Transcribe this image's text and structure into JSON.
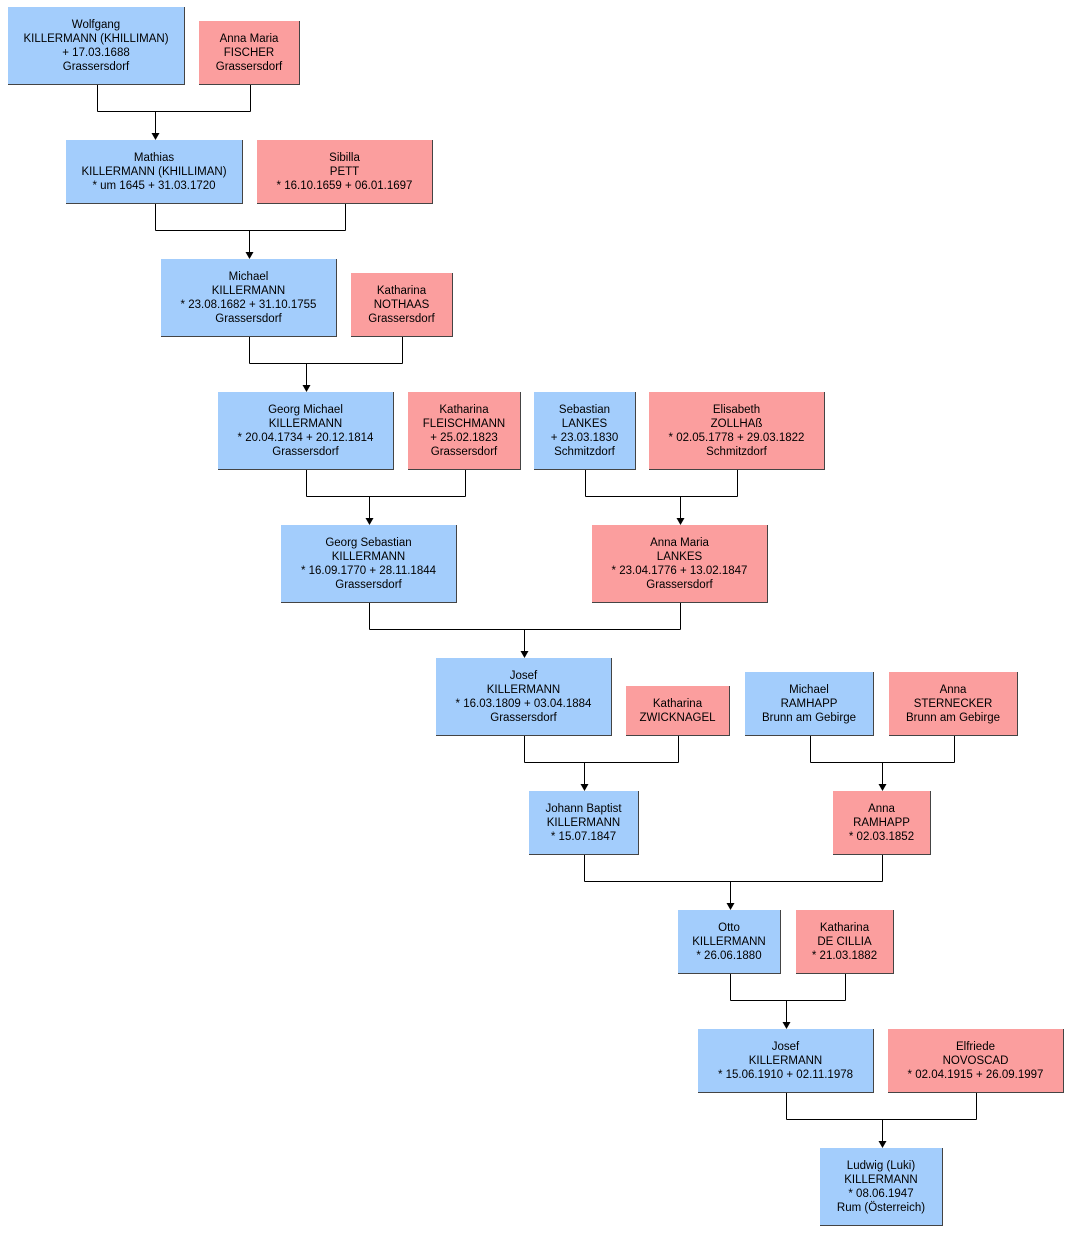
{
  "colors": {
    "male": "#a3cdfc",
    "female": "#fb9e9e",
    "line": "#000000"
  },
  "persons": {
    "wolfgang": {
      "lines": [
        "Wolfgang",
        "KILLERMANN (KHILLIMAN)",
        "+ 17.03.1688",
        "Grassersdorf"
      ],
      "sex": "male"
    },
    "anna_maria_fischer": {
      "lines": [
        "Anna Maria",
        "FISCHER",
        "Grassersdorf"
      ],
      "sex": "female"
    },
    "mathias": {
      "lines": [
        "Mathias",
        "KILLERMANN (KHILLIMAN)",
        "* um 1645  + 31.03.1720"
      ],
      "sex": "male"
    },
    "sibilla": {
      "lines": [
        "Sibilla",
        "PETT",
        "* 16.10.1659  + 06.01.1697"
      ],
      "sex": "female"
    },
    "michael_k": {
      "lines": [
        "Michael",
        "KILLERMANN",
        "* 23.08.1682  + 31.10.1755",
        "Grassersdorf"
      ],
      "sex": "male"
    },
    "katharina_nothaas": {
      "lines": [
        "Katharina",
        "NOTHAAS",
        "Grassersdorf"
      ],
      "sex": "female"
    },
    "georg_michael": {
      "lines": [
        "Georg Michael",
        "KILLERMANN",
        "* 20.04.1734  + 20.12.1814",
        "Grassersdorf"
      ],
      "sex": "male"
    },
    "katharina_fleischmann": {
      "lines": [
        "Katharina",
        "FLEISCHMANN",
        "+ 25.02.1823",
        "Grassersdorf"
      ],
      "sex": "female"
    },
    "sebastian_lankes": {
      "lines": [
        "Sebastian",
        "LANKES",
        "+ 23.03.1830",
        "Schmitzdorf"
      ],
      "sex": "male"
    },
    "elisabeth": {
      "lines": [
        "Elisabeth",
        "ZOLLHAß",
        "* 02.05.1778  + 29.03.1822",
        "Schmitzdorf"
      ],
      "sex": "female"
    },
    "georg_sebastian": {
      "lines": [
        "Georg Sebastian",
        "KILLERMANN",
        "* 16.09.1770  + 28.11.1844",
        "Grassersdorf"
      ],
      "sex": "male"
    },
    "anna_maria_lankes": {
      "lines": [
        "Anna Maria",
        "LANKES",
        "* 23.04.1776  + 13.02.1847",
        "Grassersdorf"
      ],
      "sex": "female"
    },
    "josef_1809": {
      "lines": [
        "Josef",
        "KILLERMANN",
        "* 16.03.1809  + 03.04.1884",
        "Grassersdorf"
      ],
      "sex": "male"
    },
    "katharina_zwicknagel": {
      "lines": [
        "Katharina",
        "ZWICKNAGEL"
      ],
      "sex": "female"
    },
    "michael_ramhapp": {
      "lines": [
        "Michael",
        "RAMHAPP",
        "Brunn am Gebirge"
      ],
      "sex": "male"
    },
    "anna_sternecker": {
      "lines": [
        "Anna",
        "STERNECKER",
        "Brunn am Gebirge"
      ],
      "sex": "female"
    },
    "johann_baptist": {
      "lines": [
        "Johann Baptist",
        "KILLERMANN",
        "* 15.07.1847"
      ],
      "sex": "male"
    },
    "anna_ramhapp": {
      "lines": [
        "Anna",
        "RAMHAPP",
        "* 02.03.1852"
      ],
      "sex": "female"
    },
    "otto": {
      "lines": [
        "Otto",
        "KILLERMANN",
        "* 26.06.1880"
      ],
      "sex": "male"
    },
    "katharina_de_cillia": {
      "lines": [
        "Katharina",
        "DE CILLIA",
        "* 21.03.1882"
      ],
      "sex": "female"
    },
    "josef_1910": {
      "lines": [
        "Josef",
        "KILLERMANN",
        "* 15.06.1910  + 02.11.1978"
      ],
      "sex": "male"
    },
    "elfriede": {
      "lines": [
        "Elfriede",
        "NOVOSCAD",
        "* 02.04.1915  + 26.09.1997"
      ],
      "sex": "female"
    },
    "ludwig": {
      "lines": [
        "Ludwig (Luki)",
        "KILLERMANN",
        "* 08.06.1947",
        "Rum (Österreich)"
      ],
      "sex": "male"
    }
  },
  "families": [
    {
      "father": "wolfgang",
      "mother": "anna_maria_fischer",
      "child": "mathias"
    },
    {
      "father": "mathias",
      "mother": "sibilla",
      "child": "michael_k"
    },
    {
      "father": "michael_k",
      "mother": "katharina_nothaas",
      "child": "georg_michael"
    },
    {
      "father": "georg_michael",
      "mother": "katharina_fleischmann",
      "child": "georg_sebastian"
    },
    {
      "father": "sebastian_lankes",
      "mother": "elisabeth",
      "child": "anna_maria_lankes"
    },
    {
      "father": "georg_sebastian",
      "mother": "anna_maria_lankes",
      "child": "josef_1809"
    },
    {
      "father": "josef_1809",
      "mother": "katharina_zwicknagel",
      "child": "johann_baptist"
    },
    {
      "father": "michael_ramhapp",
      "mother": "anna_sternecker",
      "child": "anna_ramhapp"
    },
    {
      "father": "johann_baptist",
      "mother": "anna_ramhapp",
      "child": "otto"
    },
    {
      "father": "otto",
      "mother": "katharina_de_cillia",
      "child": "josef_1910"
    },
    {
      "father": "josef_1910",
      "mother": "elfriede",
      "child": "ludwig"
    }
  ]
}
